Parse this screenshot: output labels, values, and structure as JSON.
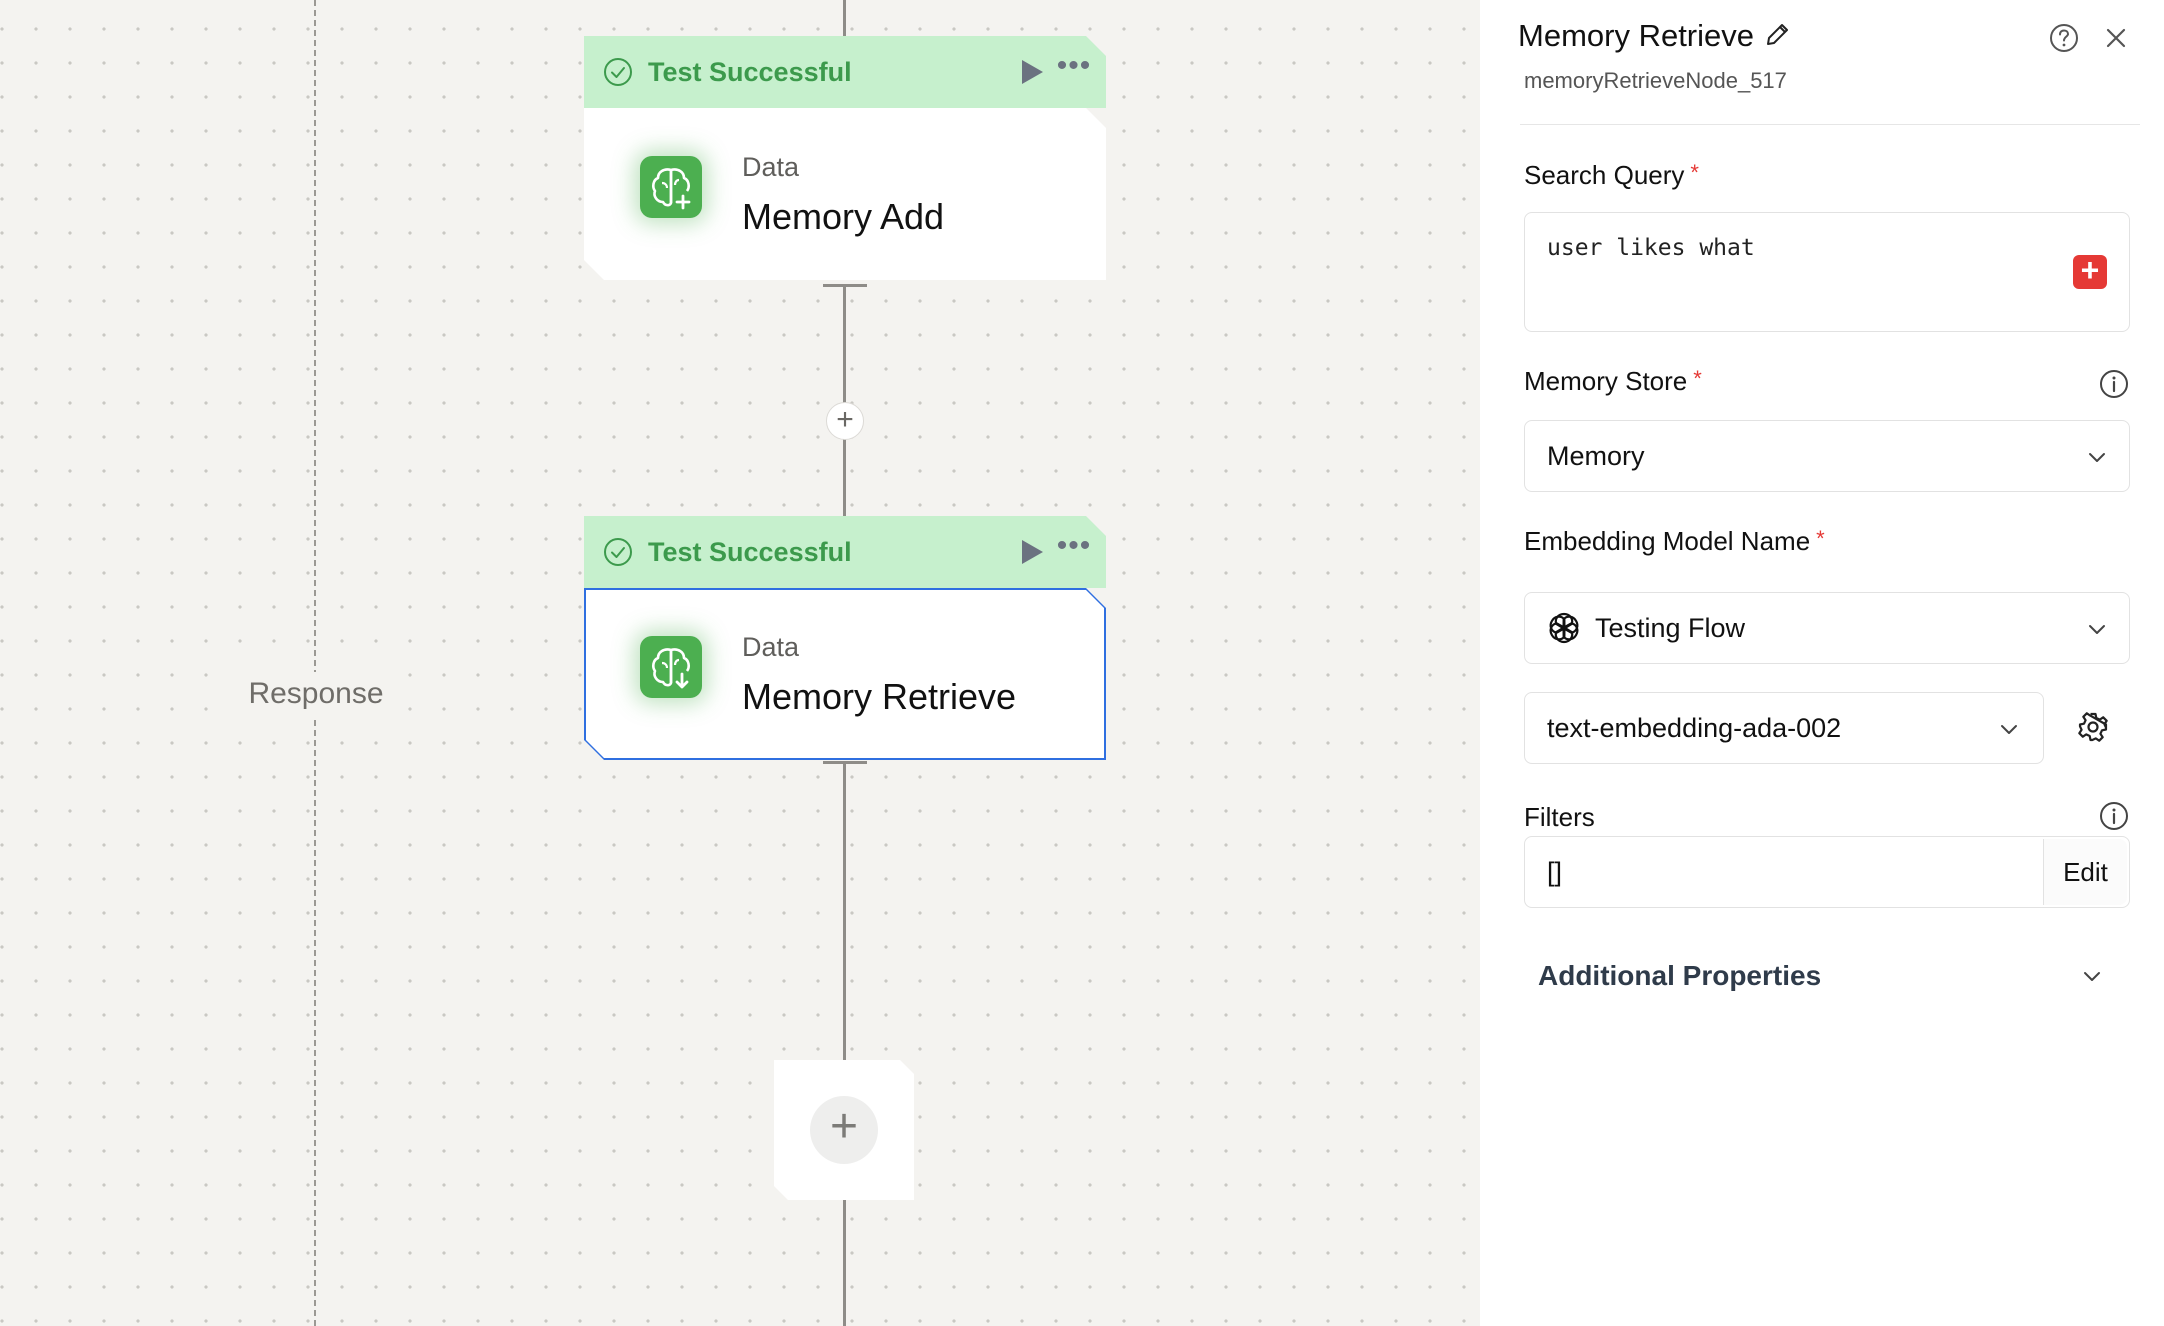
{
  "canvas": {
    "lane_label": "Response",
    "nodes": [
      {
        "status": "Test Successful",
        "category": "Data",
        "title": "Memory Add",
        "icon": "brain-upload-icon"
      },
      {
        "status": "Test Successful",
        "category": "Data",
        "title": "Memory Retrieve",
        "icon": "brain-download-icon",
        "selected": true
      }
    ],
    "add_step_symbol": "+",
    "add_node_symbol": "+"
  },
  "panel": {
    "title": "Memory Retrieve",
    "node_id": "memoryRetrieveNode_517",
    "search_query": {
      "label": "Search Query",
      "required_mark": "*",
      "value": "user likes what",
      "insert_button": "+"
    },
    "memory_store": {
      "label": "Memory Store",
      "required_mark": "*",
      "value": "Memory"
    },
    "embedding_model": {
      "label": "Embedding Model Name",
      "required_mark": "*",
      "provider": "Testing Flow",
      "model": "text-embedding-ada-002"
    },
    "filters": {
      "label": "Filters",
      "value": "[]",
      "edit_label": "Edit"
    },
    "additional_properties": {
      "label": "Additional Properties"
    }
  },
  "colors": {
    "success_green": "#3c9a4c",
    "success_bg": "#c6f0cd",
    "selected_border": "#2f6fe0",
    "required_red": "#e53935",
    "canvas_bg": "#f4f3f0"
  }
}
